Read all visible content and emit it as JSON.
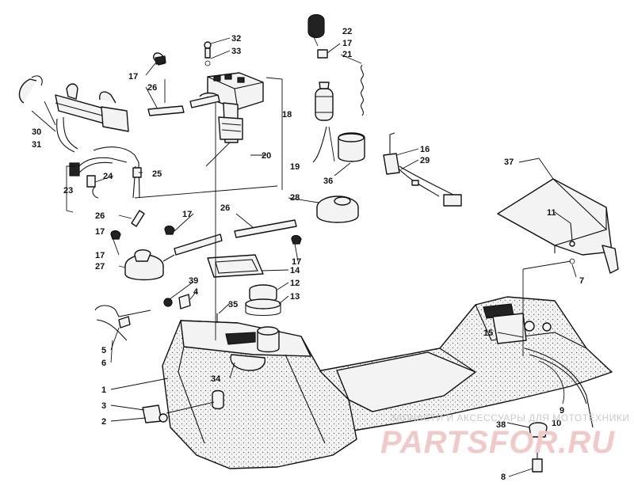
{
  "watermark": {
    "caption": "ЗАПЧАСТИ И АКСЕССУАРЫ ДЛЯ МОТОТЕХНИКИ",
    "site": "PARTSFOR.RU"
  },
  "callouts": {
    "n1": "1",
    "n2": "2",
    "n3": "3",
    "n4": "4",
    "n5": "5",
    "n6": "6",
    "n7": "7",
    "n8": "8",
    "n9": "9",
    "n10": "10",
    "n11": "11",
    "n12": "12",
    "n13": "13",
    "n14": "14",
    "n15": "15",
    "n16": "16",
    "n17": "17",
    "n18": "18",
    "n19": "19",
    "n20": "20",
    "n21": "21",
    "n22": "22",
    "n23": "23",
    "n24": "24",
    "n25": "25",
    "n26": "26",
    "n27": "27",
    "n28": "28",
    "n29": "29",
    "n30": "30",
    "n31": "31",
    "n32": "32",
    "n33": "33",
    "n34": "34",
    "n35": "35",
    "n36": "36",
    "n37": "37",
    "n38": "38",
    "n39": "39"
  }
}
